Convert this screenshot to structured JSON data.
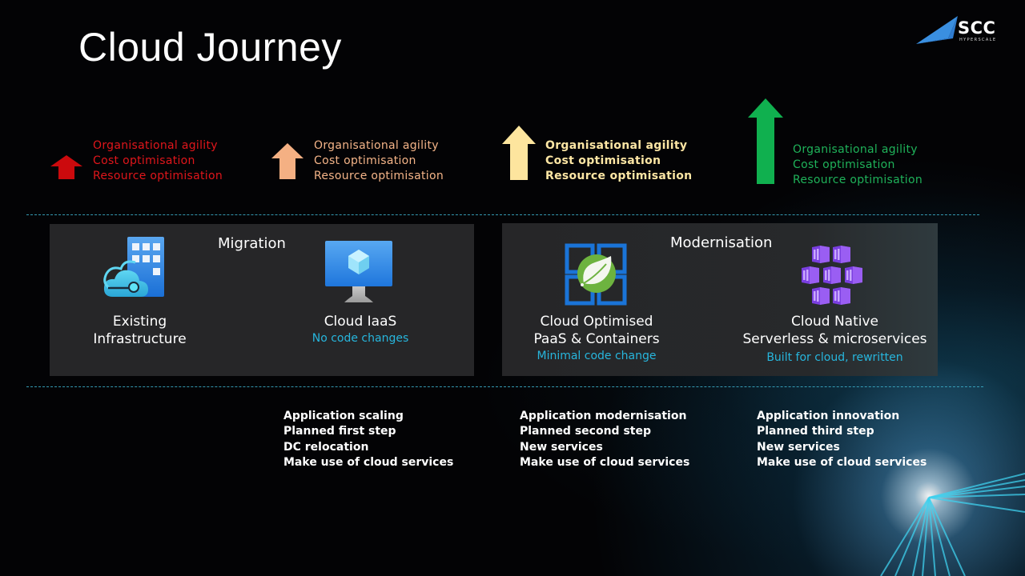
{
  "slide": {
    "title": "Cloud Journey",
    "logo": {
      "brand": "SCC",
      "sub": "HYPERSCALE"
    }
  },
  "benefit_levels": [
    {
      "level": "low",
      "color": "#cc0a0d",
      "items": [
        "Organisational agility",
        "Cost optimisation",
        "Resource optimisation"
      ]
    },
    {
      "level": "medium",
      "color": "#f4b083",
      "items": [
        "Organisational agility",
        "Cost optimisation",
        "Resource optimisation"
      ]
    },
    {
      "level": "high",
      "color": "#fde59e",
      "items": [
        "Organisational agility",
        "Cost optimisation",
        "Resource optimisation"
      ]
    },
    {
      "level": "highest",
      "color": "#10b04f",
      "items": [
        "Organisational agility",
        "Cost optimisation",
        "Resource optimisation"
      ]
    }
  ],
  "phases": {
    "migration": {
      "title": "Migration",
      "stages": [
        {
          "icon": "building-cloud-icon",
          "name_lines": [
            "Existing",
            "Infrastructure"
          ],
          "note": ""
        },
        {
          "icon": "virtual-machine-icon",
          "name_lines": [
            "Cloud IaaS"
          ],
          "note": "No code changes"
        }
      ]
    },
    "modernisation": {
      "title": "Modernisation",
      "stages": [
        {
          "icon": "spring-apps-icon",
          "name_lines": [
            "Cloud Optimised",
            "PaaS & Containers"
          ],
          "note": "Minimal code change"
        },
        {
          "icon": "kubernetes-containers-icon",
          "name_lines": [
            "Cloud Native",
            "Serverless & microservices"
          ],
          "note": "Built for cloud, rewritten"
        }
      ]
    }
  },
  "outcomes": [
    {
      "items": [
        "Application scaling",
        "Planned first step",
        "DC relocation",
        "Make use of cloud services"
      ]
    },
    {
      "items": [
        "Application modernisation",
        "Planned second step",
        "New services",
        "Make use of cloud services"
      ]
    },
    {
      "items": [
        "Application innovation",
        "Planned third step",
        "New services",
        "Make use of cloud services"
      ]
    }
  ],
  "colors": {
    "accent_note": "#27b6dd",
    "dashed_line": "#3aa9c4",
    "panel": "#262628"
  }
}
